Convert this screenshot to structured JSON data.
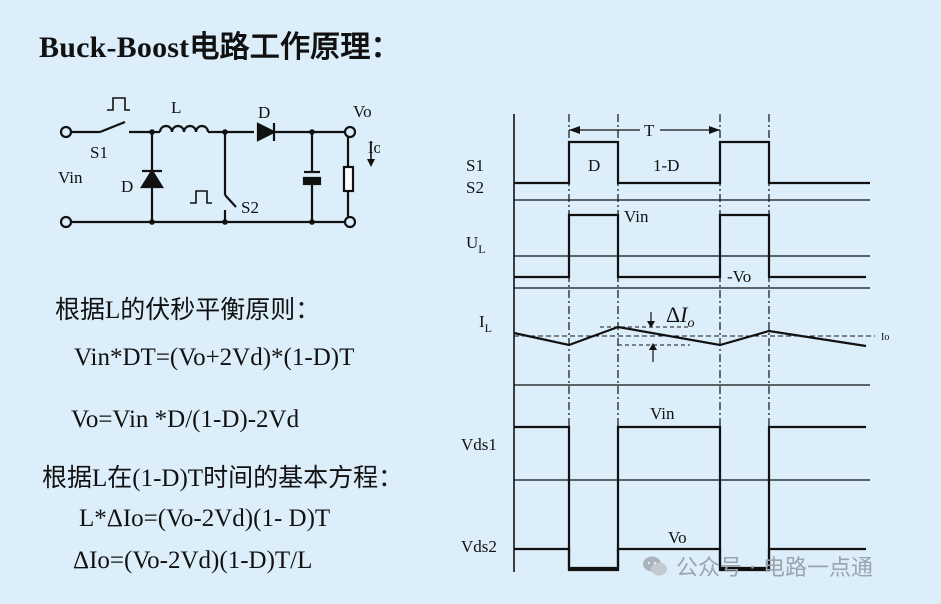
{
  "title": "Buck-Boost电路工作原理：",
  "equations": {
    "volt_second_heading": "根据L的伏秒平衡原则：",
    "eq1": "Vin*DT=(Vo+2Vd)*(1-D)T",
    "eq2": "Vo=Vin *D/(1-D)-2Vd",
    "basic_heading": "根据L在(1-D)T时间的基本方程：",
    "eq3": "L*ΔIo=(Vo-2Vd)(1- D)T",
    "eq4": "ΔIo=(Vo-2Vd)(1-D)T/L"
  },
  "circuit": {
    "labels": {
      "L": "L",
      "D_top": "D",
      "Vo": "Vo",
      "Io": "Io",
      "S1": "S1",
      "Vin": "Vin",
      "D_left": "D",
      "S2": "S2"
    }
  },
  "waveforms": {
    "period_label": "T",
    "duty_label": "D",
    "off_label": "1-D",
    "signals": {
      "S1": "S1",
      "S2": "S2",
      "UL": "U",
      "UL_sub": "L",
      "IL": "I",
      "IL_sub": "L",
      "Vds1": "Vds1",
      "Vds2": "Vds2"
    },
    "ul_high": "Vin",
    "ul_low": "-Vo",
    "delta": "Δ",
    "delta_I": "I",
    "delta_sub": "o",
    "io_level": "Io",
    "vds1_level": "Vin",
    "vds2_level": "Vo"
  },
  "watermark": {
    "text": "公众号 · 电路一点通"
  }
}
